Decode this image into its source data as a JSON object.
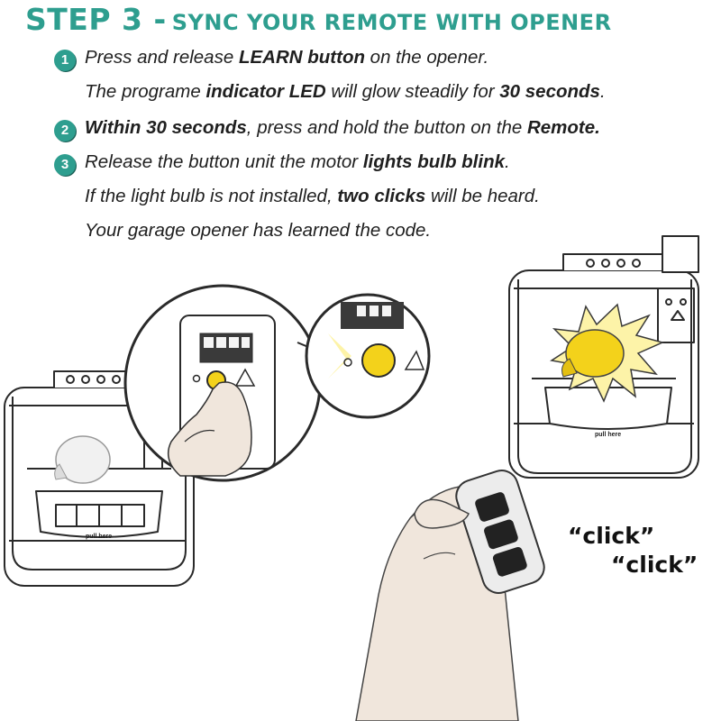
{
  "header": {
    "step": "STEP 3 -",
    "title": "SYNC YOUR REMOTE WITH OPENER"
  },
  "steps": [
    {
      "number": "1",
      "lines": [
        [
          {
            "text": "Press and release ",
            "bold": false
          },
          {
            "text": "LEARN button",
            "bold": true
          },
          {
            "text": " on the opener.",
            "bold": false
          }
        ],
        [
          {
            "text": "The programe ",
            "bold": false
          },
          {
            "text": "indicator LED",
            "bold": true
          },
          {
            "text": " will glow steadily for ",
            "bold": false
          },
          {
            "text": "30 seconds",
            "bold": true
          },
          {
            "text": ".",
            "bold": false
          }
        ]
      ]
    },
    {
      "number": "2",
      "lines": [
        [
          {
            "text": "Within 30 seconds",
            "bold": true
          },
          {
            "text": ", press and hold the button on the ",
            "bold": false
          },
          {
            "text": "Remote.",
            "bold": true
          }
        ]
      ]
    },
    {
      "number": "3",
      "lines": [
        [
          {
            "text": "Release the button unit the motor ",
            "bold": false
          },
          {
            "text": "lights bulb blink",
            "bold": true
          },
          {
            "text": ".",
            "bold": false
          }
        ],
        [
          {
            "text": "If the light bulb is not installed, ",
            "bold": false
          },
          {
            "text": "two clicks",
            "bold": true
          },
          {
            "text": " will be heard.",
            "bold": false
          }
        ],
        [
          {
            "text": "Your garage opener has learned the code.",
            "bold": false
          }
        ]
      ]
    }
  ],
  "illustration": {
    "left_opener_label": "pull here",
    "right_opener_label": "pull here",
    "click_1": "“click”",
    "click_2": "“click”"
  },
  "colors": {
    "accent": "#2e9e8f",
    "led_yellow": "#f3d21b",
    "flash_yellow": "#fdf3a8",
    "outline": "#2a2a2a"
  }
}
